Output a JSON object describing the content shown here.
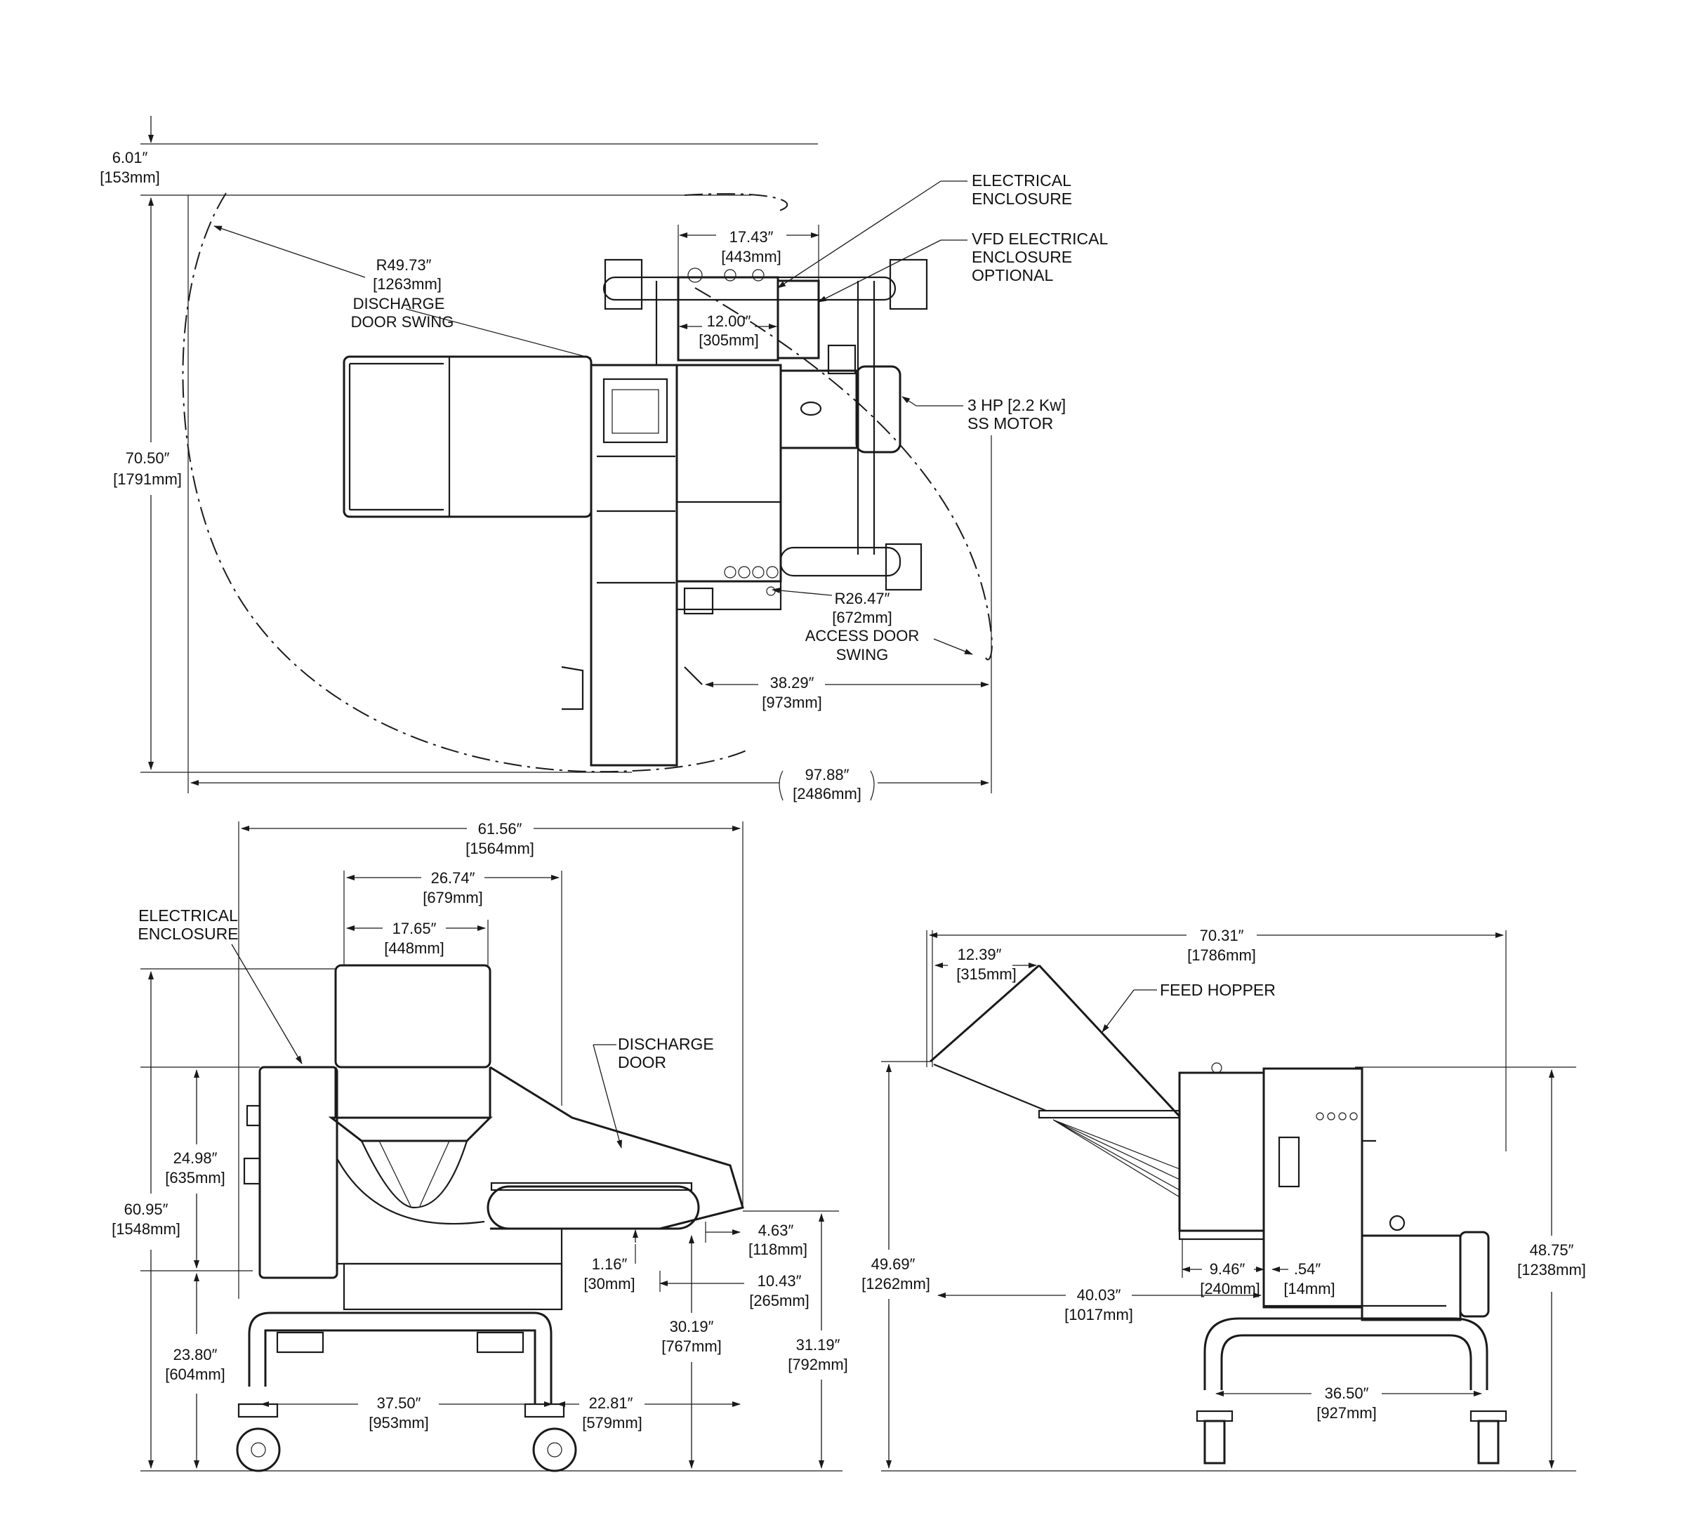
{
  "top_view": {
    "dims": {
      "d_6_01": "6.01″",
      "d_6_01_mm": "[153mm]",
      "d_70_50": "70.50″",
      "d_70_50_mm": "[1791mm]",
      "d_17_43": "17.43″",
      "d_17_43_mm": "[443mm]",
      "d_12_00": "12.00″",
      "d_12_00_mm": "[305mm]",
      "r_49_73": "R49.73″",
      "r_49_73_mm": "[1263mm]",
      "r_26_47": "R26.47″",
      "r_26_47_mm": "[672mm]",
      "d_38_29": "38.29″",
      "d_38_29_mm": "[973mm]",
      "d_97_88": "97.88″",
      "d_97_88_mm": "[2486mm]"
    },
    "callouts": {
      "discharge_swing_1": "DISCHARGE",
      "discharge_swing_2": "DOOR SWING",
      "access_swing_1": "ACCESS DOOR",
      "access_swing_2": "SWING",
      "elec_1": "ELECTRICAL",
      "elec_2": "ENCLOSURE",
      "vfd_1": "VFD ELECTRICAL",
      "vfd_2": "ENCLOSURE",
      "vfd_3": "OPTIONAL",
      "motor_1": "3 HP [2.2 Kw]",
      "motor_2": "SS MOTOR"
    }
  },
  "side_view": {
    "dims": {
      "d_61_56": "61.56″",
      "d_61_56_mm": "[1564mm]",
      "d_26_74": "26.74″",
      "d_26_74_mm": "[679mm]",
      "d_17_65": "17.65″",
      "d_17_65_mm": "[448mm]",
      "d_24_98": "24.98″",
      "d_24_98_mm": "[635mm]",
      "d_60_95": "60.95″",
      "d_60_95_mm": "[1548mm]",
      "d_23_80": "23.80″",
      "d_23_80_mm": "[604mm]",
      "d_4_63": "4.63″",
      "d_4_63_mm": "[118mm]",
      "d_1_16": "1.16″",
      "d_1_16_mm": "[30mm]",
      "d_10_43": "10.43″",
      "d_10_43_mm": "[265mm]",
      "d_30_19": "30.19″",
      "d_30_19_mm": "[767mm]",
      "d_31_19": "31.19″",
      "d_31_19_mm": "[792mm]",
      "d_37_50": "37.50″",
      "d_37_50_mm": "[953mm]",
      "d_22_81": "22.81″",
      "d_22_81_mm": "[579mm]"
    },
    "callouts": {
      "elec_1": "ELECTRICAL",
      "elec_2": "ENCLOSURE",
      "discharge_1": "DISCHARGE",
      "discharge_2": "DOOR"
    }
  },
  "end_view": {
    "dims": {
      "d_70_31": "70.31″",
      "d_70_31_mm": "[1786mm]",
      "d_12_39": "12.39″",
      "d_12_39_mm": "[315mm]",
      "d_49_69": "49.69″",
      "d_49_69_mm": "[1262mm]",
      "d_48_75": "48.75″",
      "d_48_75_mm": "[1238mm]",
      "d_9_46": "9.46″",
      "d_9_46_mm": "[240mm]",
      "d_0_54": ".54″",
      "d_0_54_mm": "[14mm]",
      "d_40_03": "40.03″",
      "d_40_03_mm": "[1017mm]",
      "d_36_50": "36.50″",
      "d_36_50_mm": "[927mm]"
    },
    "callouts": {
      "hopper": "FEED HOPPER"
    }
  }
}
